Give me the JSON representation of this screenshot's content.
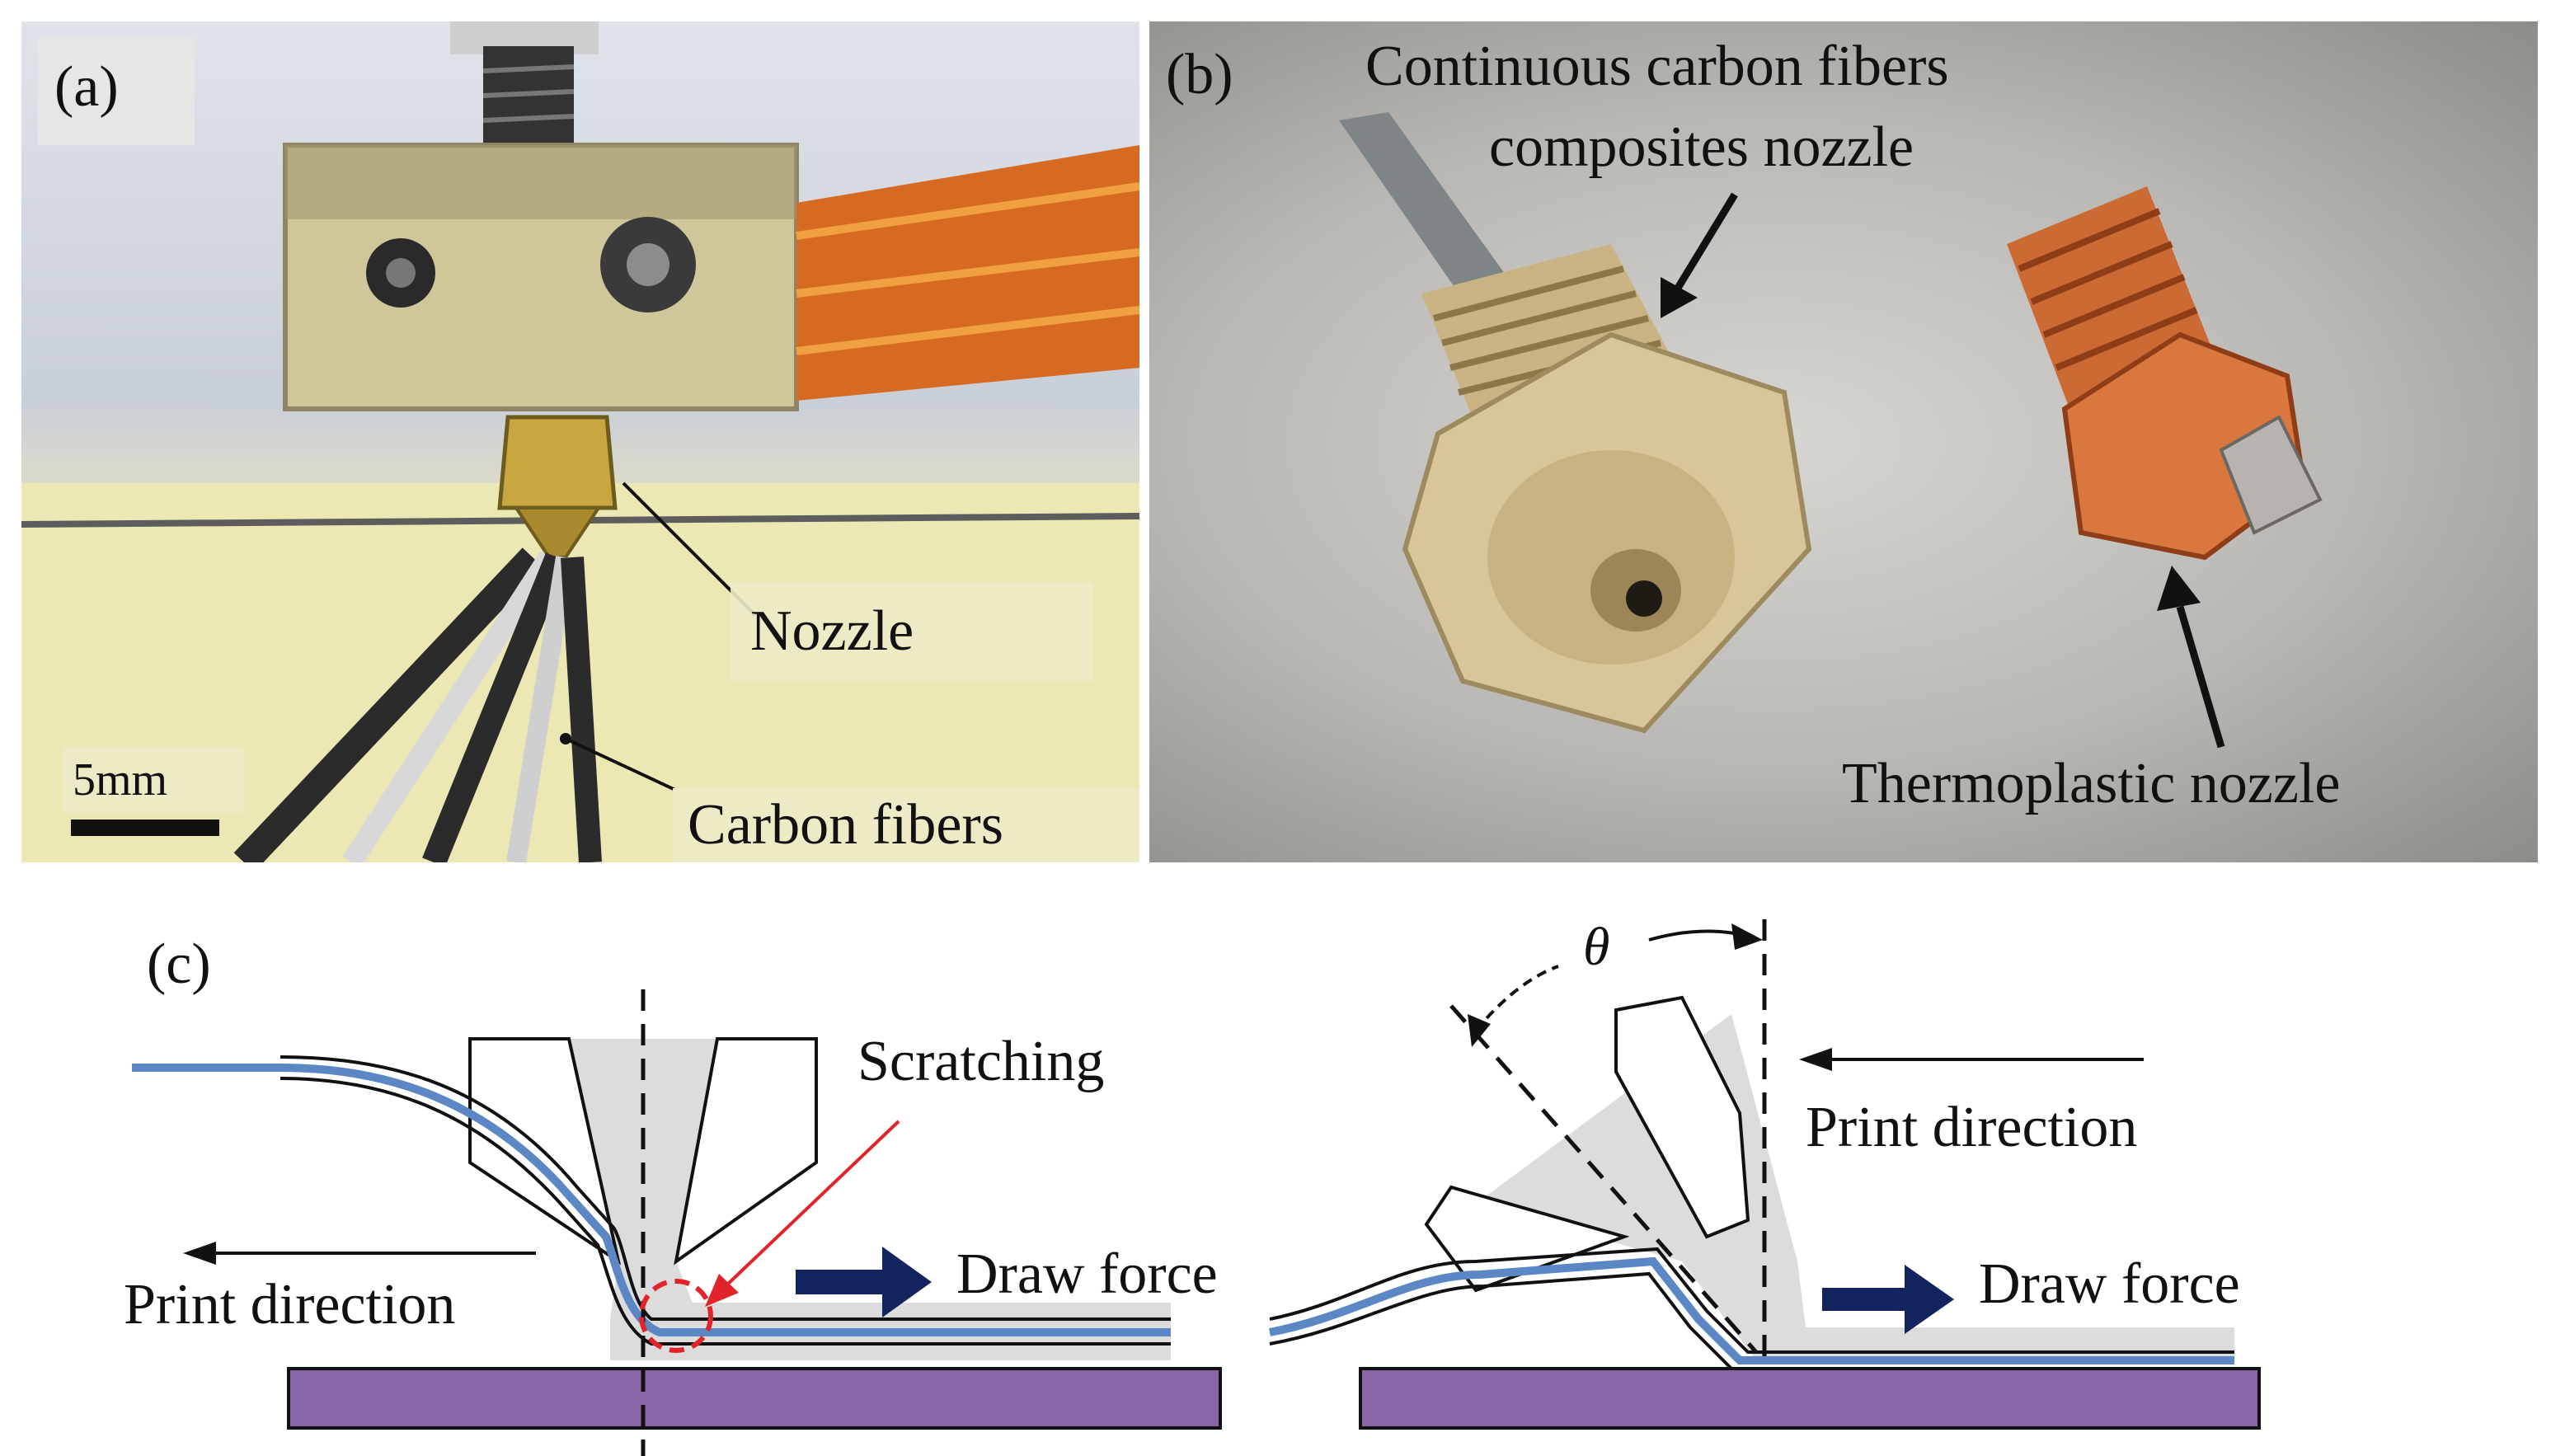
{
  "panel_a": {
    "label": "(a)",
    "nozzle_label": "Nozzle",
    "fibers_label": "Carbon fibers",
    "scale_bar_label": "5mm"
  },
  "panel_b": {
    "label": "(b)",
    "cf_nozzle_label_line1": "Continuous carbon fibers",
    "cf_nozzle_label_line2": "composites nozzle",
    "thermo_nozzle_label": "Thermoplastic nozzle"
  },
  "panel_c": {
    "label": "(c)",
    "left": {
      "scratching_label": "Scratching",
      "draw_force_label": "Draw force",
      "print_direction_label": "Print direction"
    },
    "right": {
      "theta_label": "θ",
      "print_direction_label": "Print direction",
      "draw_force_label": "Draw force"
    }
  },
  "colors": {
    "fiber_blue": "#5b88c4",
    "substrate_purple": "#8a66a8",
    "arrow_navy": "#13235e",
    "scratch_red": "#e0242a",
    "nozzle_gray_fill": "#dcdcdc"
  }
}
